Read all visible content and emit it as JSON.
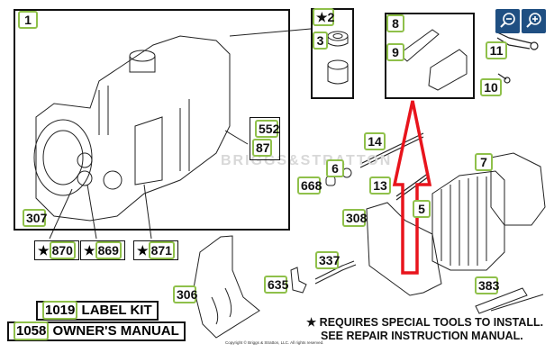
{
  "diagram": {
    "title": "Engine parts diagram",
    "watermark": "BRIGGS&STRATTON",
    "callouts": {
      "c1": "1",
      "c2": "★2",
      "c3": "3",
      "c5": "5",
      "c6": "6",
      "c7": "7",
      "c8": "8",
      "c9": "9",
      "c10": "10",
      "c11": "11",
      "c13": "13",
      "c14": "14",
      "c306": "306",
      "c307": "307",
      "c308": "308",
      "c337": "337",
      "c383": "383",
      "c552": "552",
      "c635": "635",
      "c668": "668",
      "c87": "87"
    },
    "star_tags": [
      {
        "star": "★",
        "num": "870"
      },
      {
        "star": "★",
        "num": "869"
      },
      {
        "star": "★",
        "num": "871"
      }
    ],
    "kits": [
      {
        "num": "1019",
        "label": "LABEL KIT"
      },
      {
        "num": "1058",
        "label": "OWNER'S MANUAL"
      }
    ],
    "note_line1": "★ REQUIRES SPECIAL TOOLS TO INSTALL.",
    "note_line2": "SEE REPAIR INSTRUCTION MANUAL.",
    "copyright": "Copyright © Briggs & Stratton, LLC. All rights reserved.",
    "highlight_color": "#e8141c",
    "callout_color": "#8fc04a",
    "button_color": "#1f4f82"
  },
  "controls": {
    "zoom_out_label": "Zoom out",
    "zoom_in_label": "Zoom in"
  }
}
